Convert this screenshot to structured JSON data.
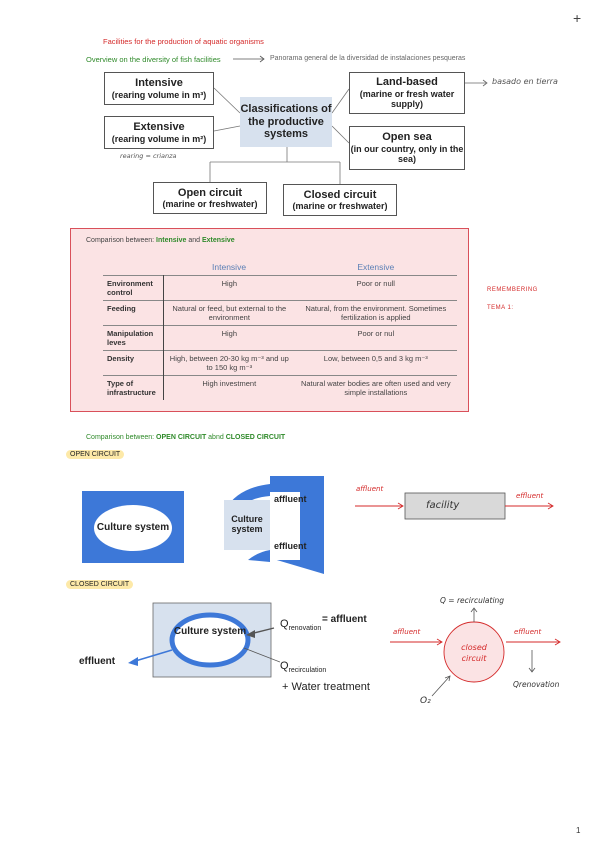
{
  "page": {
    "plus_glyph": "+",
    "page_number": "1",
    "title": "Facilities for the production of aquatic organisms"
  },
  "classification": {
    "overview_label": "Overview on the diversity of fish facilities",
    "overview_translation": "Panorama general de la diversidad de instalaciones pesqueras",
    "center_title": "Classifications of the productive systems",
    "intensive_title": "Intensive",
    "intensive_sub": "(rearing volume in m³)",
    "extensive_title": "Extensive",
    "extensive_sub": "(rearing volume in m²)",
    "rearing_note": "rearing = crianza",
    "landbased_title": "Land-based",
    "landbased_sub": "(marine or fresh water supply)",
    "landbased_note": "basado en tierra",
    "opensea_title": "Open sea",
    "opensea_sub": "(in our country, only in the sea)",
    "opencircuit_title": "Open circuit",
    "opencircuit_sub": "(marine or freshwater)",
    "closedcircuit_title": "Closed circuit",
    "closedcircuit_sub": "(marine or freshwater)"
  },
  "comparison": {
    "heading_prefix": "Comparison between: ",
    "heading_a": "Intensive",
    "heading_and": " and ",
    "heading_b": "Extensive",
    "col_intensive": "Intensive",
    "col_extensive": "Extensive",
    "rows": [
      {
        "label": "Environment control",
        "intensive": "High",
        "extensive": "Poor or null"
      },
      {
        "label": "Feeding",
        "intensive": "Natural or feed, but external to the environment",
        "extensive": "Natural, from the environment. Sometimes fertilization is applied"
      },
      {
        "label": "Manipulation leves",
        "intensive": "High",
        "extensive": "Poor or nul"
      },
      {
        "label": "Density",
        "intensive": "High, between 20-30 kg m⁻³ and up to 150 kg m⁻³",
        "extensive": "Low, between 0,5 and 3 kg m⁻³"
      },
      {
        "label": "Type of infrastructure",
        "intensive": "High investment",
        "extensive": "Natural water bodies are often used and very simple installations"
      }
    ],
    "side_note_1": "REMEMBERING",
    "side_note_2": "TEMA 1:"
  },
  "circuits": {
    "heading_prefix": "Comparison between: ",
    "heading_a": "OPEN CIRCUIT",
    "heading_and": " abnd ",
    "heading_b": "CLOSED CIRCUIT",
    "open_tag": "OPEN CIRCUIT",
    "closed_tag": "CLOSED CIRCUIT",
    "culture_system": "Culture system",
    "affluent": "affluent",
    "effluent": "effluent",
    "facility": "facility",
    "q_renovation": "Q",
    "renovation_sub": "renovation",
    "eq_affluent": "= affluent",
    "q_recirculation": "Q",
    "recirculation_sub": "recirculation",
    "water_treatment": "+ Water treatment",
    "q_recirculating_note": "Q = recirculating",
    "closed_circuit_label": "closed circuit",
    "q_renovation_note": "Qrenovation",
    "o2": "O₂"
  },
  "colors": {
    "red": "#d42a2a",
    "green": "#2f8a2a",
    "blue": "#3d78d8",
    "panel_border": "#d9505a",
    "panel_fill": "#fbe3e4",
    "center_box": "#d7e1ee"
  }
}
